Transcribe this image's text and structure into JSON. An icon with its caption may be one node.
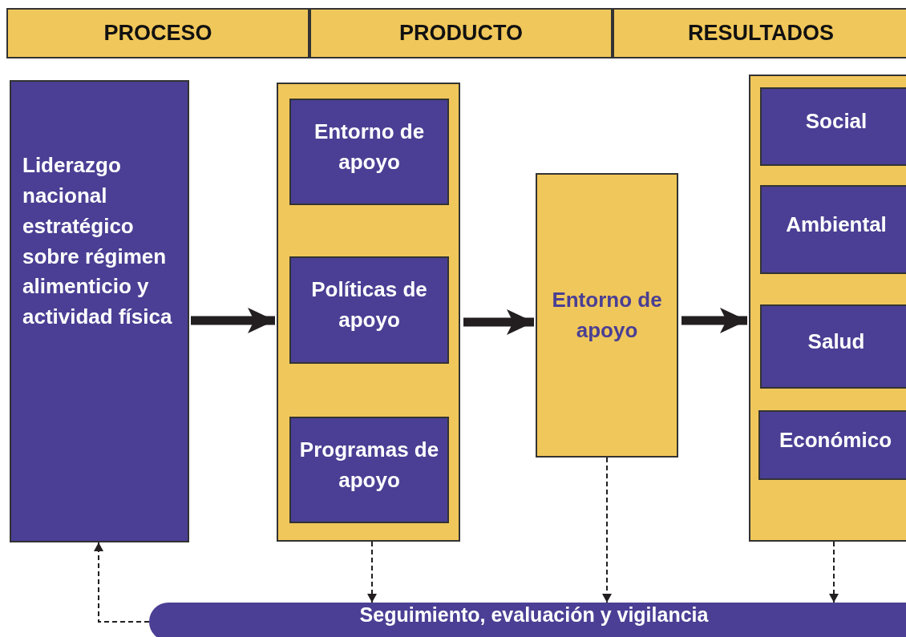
{
  "diagram": {
    "nodes": [
      {
        "text": [
          "PROCESO"
        ]
      },
      {
        "text": [
          "PRODUCTO"
        ]
      },
      {
        "text": [
          "RESULTADOS"
        ]
      },
      {
        "text": [
          "Liderazgo nacional estratégico sobre régimen alimenticio y actividad física"
        ]
      },
      {
        "text": [],
        "shape": "box"
      },
      {
        "text": [
          "Entorno de apoyo"
        ],
        "in": 4
      },
      {
        "text": [
          "Políticas de apoyo"
        ],
        "in": 4
      },
      {
        "text": [
          "Programas de apoyo"
        ],
        "in": 4
      },
      {
        "text": [
          "Entorno de apoyo"
        ]
      },
      {
        "text": [],
        "shape": "box"
      },
      {
        "text": [
          "Social"
        ],
        "in": 9
      },
      {
        "text": [
          "Ambiental"
        ],
        "in": 9
      },
      {
        "text": [
          "Salud"
        ],
        "in": 9
      },
      {
        "text": [
          "Económico"
        ],
        "in": 9
      },
      {
        "text": [
          "Seguimiento, evaluación y vigilancia"
        ]
      }
    ],
    "edges": [
      {
        "from": 3,
        "to": 4,
        "arrow": "to",
        "style": "thick"
      },
      {
        "from": 4,
        "to": 8,
        "arrow": "to",
        "style": "thick"
      },
      {
        "from": 8,
        "to": 9,
        "arrow": "to",
        "style": "thick"
      },
      {
        "from": 4,
        "to": 14,
        "arrow": "to",
        "style": "dashed"
      },
      {
        "from": 8,
        "to": 14,
        "arrow": "to",
        "style": "dashed"
      },
      {
        "from": 9,
        "to": 14,
        "arrow": "to",
        "style": "dashed"
      },
      {
        "from": 14,
        "to": 3,
        "arrow": "to",
        "style": "dashed"
      }
    ]
  }
}
